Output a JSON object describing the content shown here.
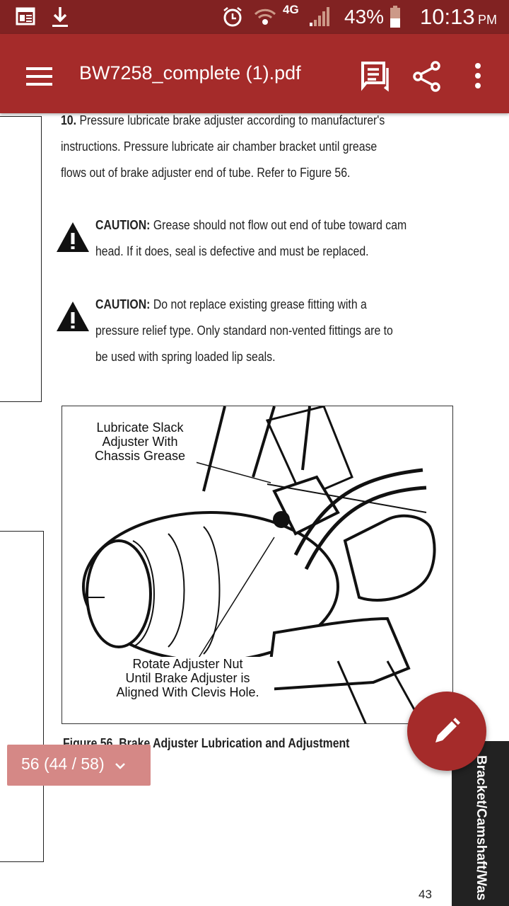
{
  "status": {
    "battery": "43%",
    "time": "10:13",
    "ampm": "PM",
    "network": "4G"
  },
  "appbar": {
    "title": "BW7258_complete (1).pdf"
  },
  "doc": {
    "step_num": "10.",
    "step_lines": [
      "Pressure lubricate brake adjuster according to manufacturer's",
      "instructions. Pressure lubricate air chamber bracket until grease",
      "flows out of brake adjuster end of tube. Refer to Figure 56."
    ],
    "caution1": {
      "label": "CAUTION:",
      "lines": [
        "Grease should not flow out end of tube toward cam",
        "head. If it does, seal is defective and must be replaced."
      ]
    },
    "caution2": {
      "label": "CAUTION:",
      "lines": [
        "Do not replace existing grease fitting with a",
        "pressure relief type. Only standard non-vented fittings are to",
        "be used with spring loaded lip seals."
      ]
    },
    "figure": {
      "label1": [
        "Lubricate Slack",
        "Adjuster With",
        "Chassis Grease"
      ],
      "label2": [
        "Rotate Adjuster Nut",
        "Until Brake Adjuster is",
        "Aligned With Clevis Hole."
      ],
      "caption": "Figure 56.  Brake Adjuster Lubrication and Adjustment"
    },
    "page_number": "43",
    "side_tab": "Bracket/Camshaft/Was"
  },
  "pager": {
    "label": "56 (44 / 58)"
  }
}
